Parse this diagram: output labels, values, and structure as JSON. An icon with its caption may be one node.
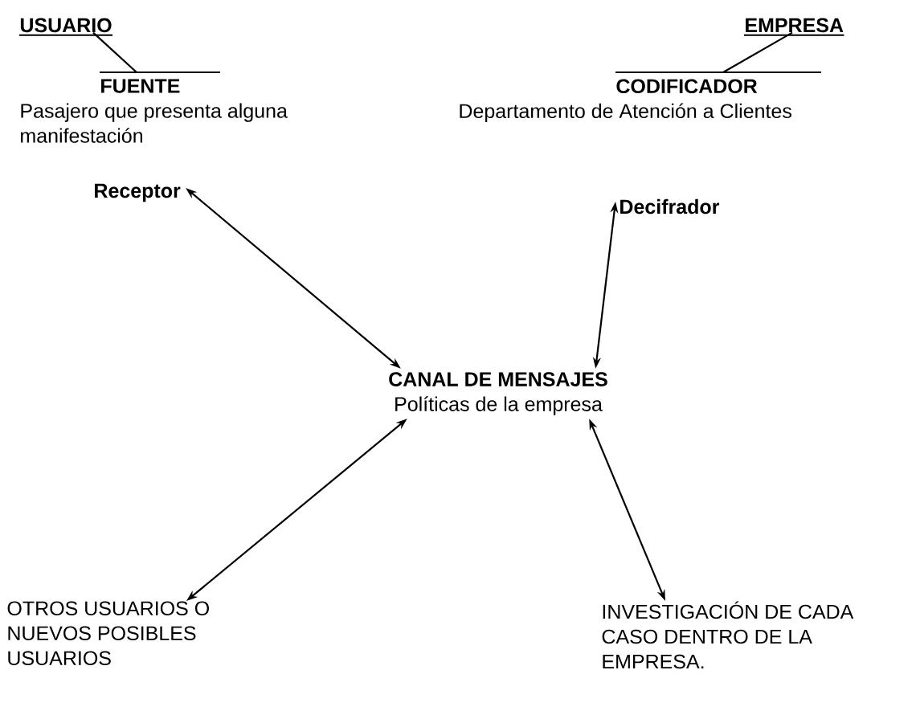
{
  "diagram": {
    "nodes": [
      {
        "text": [
          "USUARIO"
        ]
      },
      {
        "text": [
          "FUENTE",
          "Pasajero que presenta alguna manifestación"
        ]
      },
      {
        "text": [
          "Receptor"
        ]
      },
      {
        "text": [
          "EMPRESA"
        ]
      },
      {
        "text": [
          "CODIFICADOR",
          "Departamento de Atención a Clientes"
        ]
      },
      {
        "text": [
          "Decifrador"
        ]
      },
      {
        "text": [
          "CANAL DE MENSAJES",
          "Políticas de la empresa"
        ]
      },
      {
        "text": [
          "OTROS USUARIOS O NUEVOS POSIBLES USUARIOS"
        ]
      },
      {
        "text": [
          "INVESTIGACIÓN DE CADA CASO DENTRO DE LA EMPRESA."
        ]
      }
    ],
    "edges": [
      {
        "from": 0,
        "to": 1,
        "arrow": "none"
      },
      {
        "from": 3,
        "to": 4,
        "arrow": "none"
      },
      {
        "from": 2,
        "to": 6,
        "arrow": "both"
      },
      {
        "from": 5,
        "to": 6,
        "arrow": "both"
      },
      {
        "from": 6,
        "to": 7,
        "arrow": "both"
      },
      {
        "from": 6,
        "to": 8,
        "arrow": "both"
      }
    ]
  }
}
